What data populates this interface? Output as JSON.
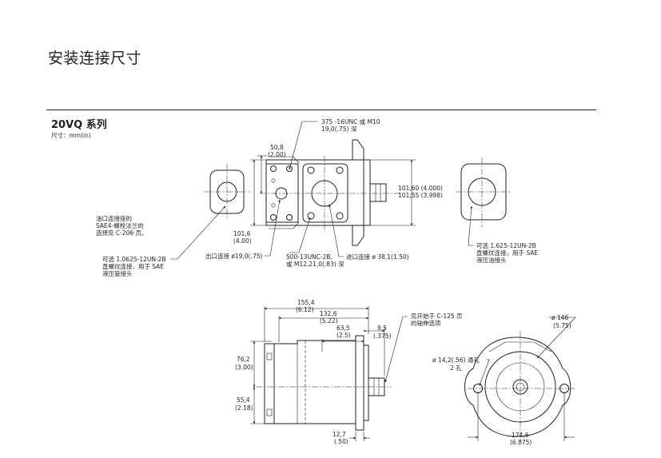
{
  "page": {
    "title": "安装连接尺寸",
    "section_title": "20VQ 系列",
    "unit_note": "尺寸：mm(in)"
  },
  "top_view": {
    "callout_thread": [
      "375 -16UNC 或 M10",
      "19,0(.75) 深"
    ],
    "dim_50_8": [
      "50,8",
      "(2.00)"
    ],
    "dim_101_6": [
      "101,6",
      "(4.00)"
    ],
    "dim_shaft": [
      "101,60 (4.000)",
      "101,55 (3.998)"
    ],
    "left_note": [
      "油口连接座的",
      "SAE4-螺栓法兰的",
      "选择见 C-206 页。"
    ],
    "left_option": [
      "可选 1.0625-12UN-2B",
      "直螺纹连接，用于 SAE",
      "液压管接头"
    ],
    "outlet": "出口连接 ø19,0(.75)",
    "thread_500": [
      "500-13UNC-2B,",
      "或 M12,21,0(.83) 深"
    ],
    "inlet": "进口连接 ø 38,1(1.50)",
    "right_option": [
      "可选 1.625-12UN-2B",
      "直螺纹连接，用于 SAE",
      "液压油接头"
    ]
  },
  "bottom_view": {
    "dim_155_4": [
      "155,4",
      "(6.12)"
    ],
    "dim_132_6": [
      "132,6",
      "(5.22)"
    ],
    "dim_63_5": [
      "63,5",
      "(2.5)"
    ],
    "dim_9_5": [
      "9,5",
      "(.375)"
    ],
    "shaft_note": [
      "见开始于 C-125 页",
      "的轴伸选项"
    ],
    "dim_76_2": [
      "76,2",
      "(3.00)"
    ],
    "dim_55_4": [
      "55,4",
      "(2.18)"
    ],
    "dim_12_7": [
      "12,7",
      "(.50)"
    ],
    "dim_146": [
      "ø 146",
      "(5.75)"
    ],
    "hole_note": [
      "ø 14,2(.56) 通孔",
      "2 孔"
    ],
    "dim_174_6": [
      "174,6",
      "(6.875)"
    ]
  }
}
